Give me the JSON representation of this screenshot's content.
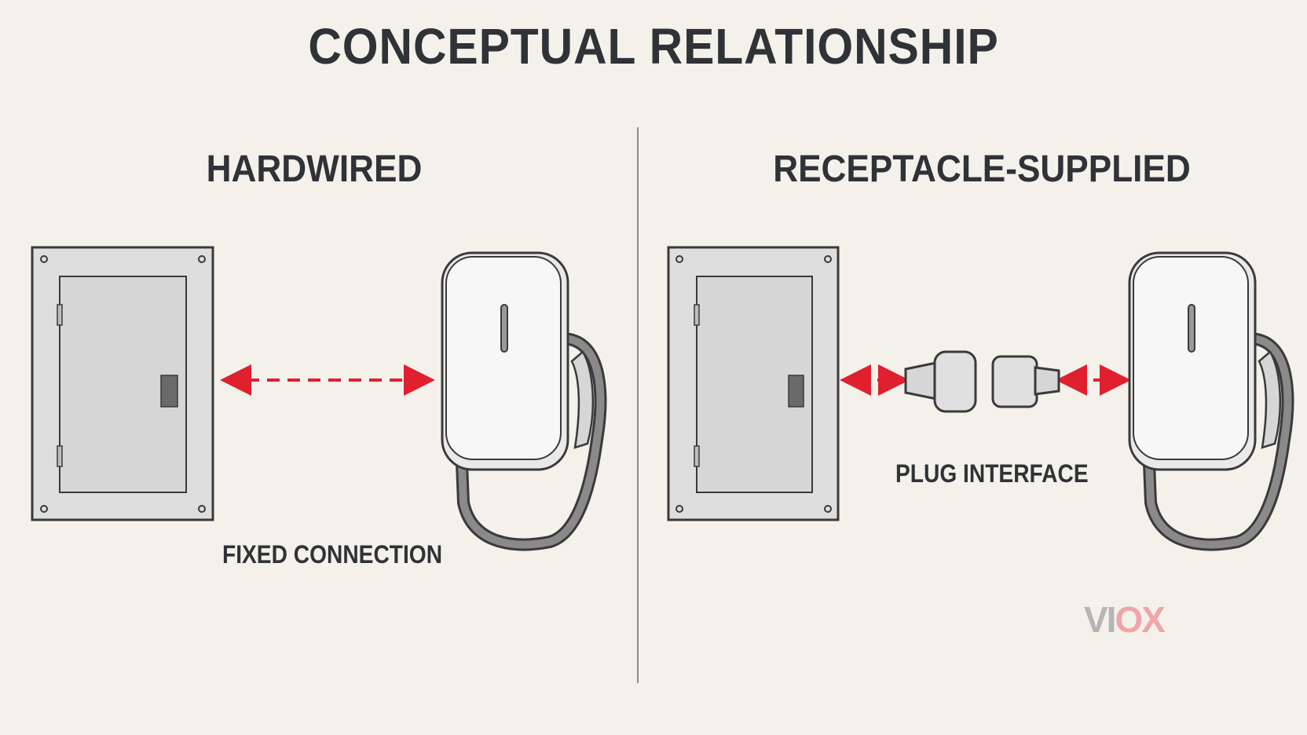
{
  "title": "CONCEPTUAL RELATIONSHIP",
  "left": {
    "title": "HARDWIRED",
    "caption": "FIXED CONNECTION"
  },
  "right": {
    "title": "RECEPTACLE-SUPPLIED",
    "caption": "PLUG INTERFACE"
  },
  "logo": {
    "text": "VIOX",
    "part1": "VI",
    "part2": "OX"
  },
  "colors": {
    "background": "#f4f1eb",
    "text": "#2f3236",
    "arrow": "#e0202f",
    "panel": "#e2e2e2",
    "outline": "#3a3a3a",
    "logo_gray": "#b5b5b5",
    "logo_red": "#f0a6a8"
  }
}
